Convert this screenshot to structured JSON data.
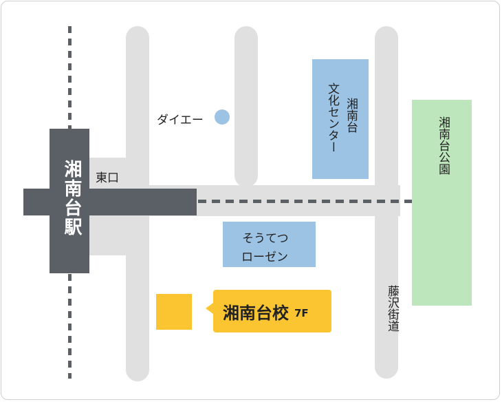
{
  "map": {
    "station": {
      "label": "湘南台駅",
      "exit_label": "東口"
    },
    "landmarks": {
      "daiei": "ダイエー",
      "bunka_center": {
        "line1": "湘南台",
        "line2": "文化センター"
      },
      "lawson": {
        "line1": "そうてつ",
        "line2": "ローゼン"
      },
      "park": "湘南台公園"
    },
    "street": "藤沢街道",
    "school": {
      "name": "湘南台校",
      "floor": "7F"
    },
    "colors": {
      "road": "#e0e0e0",
      "rail": "#5b6066",
      "building_blue": "#9cc3e4",
      "park_green": "#bde6bd",
      "school_yellow": "#fbc531"
    }
  }
}
